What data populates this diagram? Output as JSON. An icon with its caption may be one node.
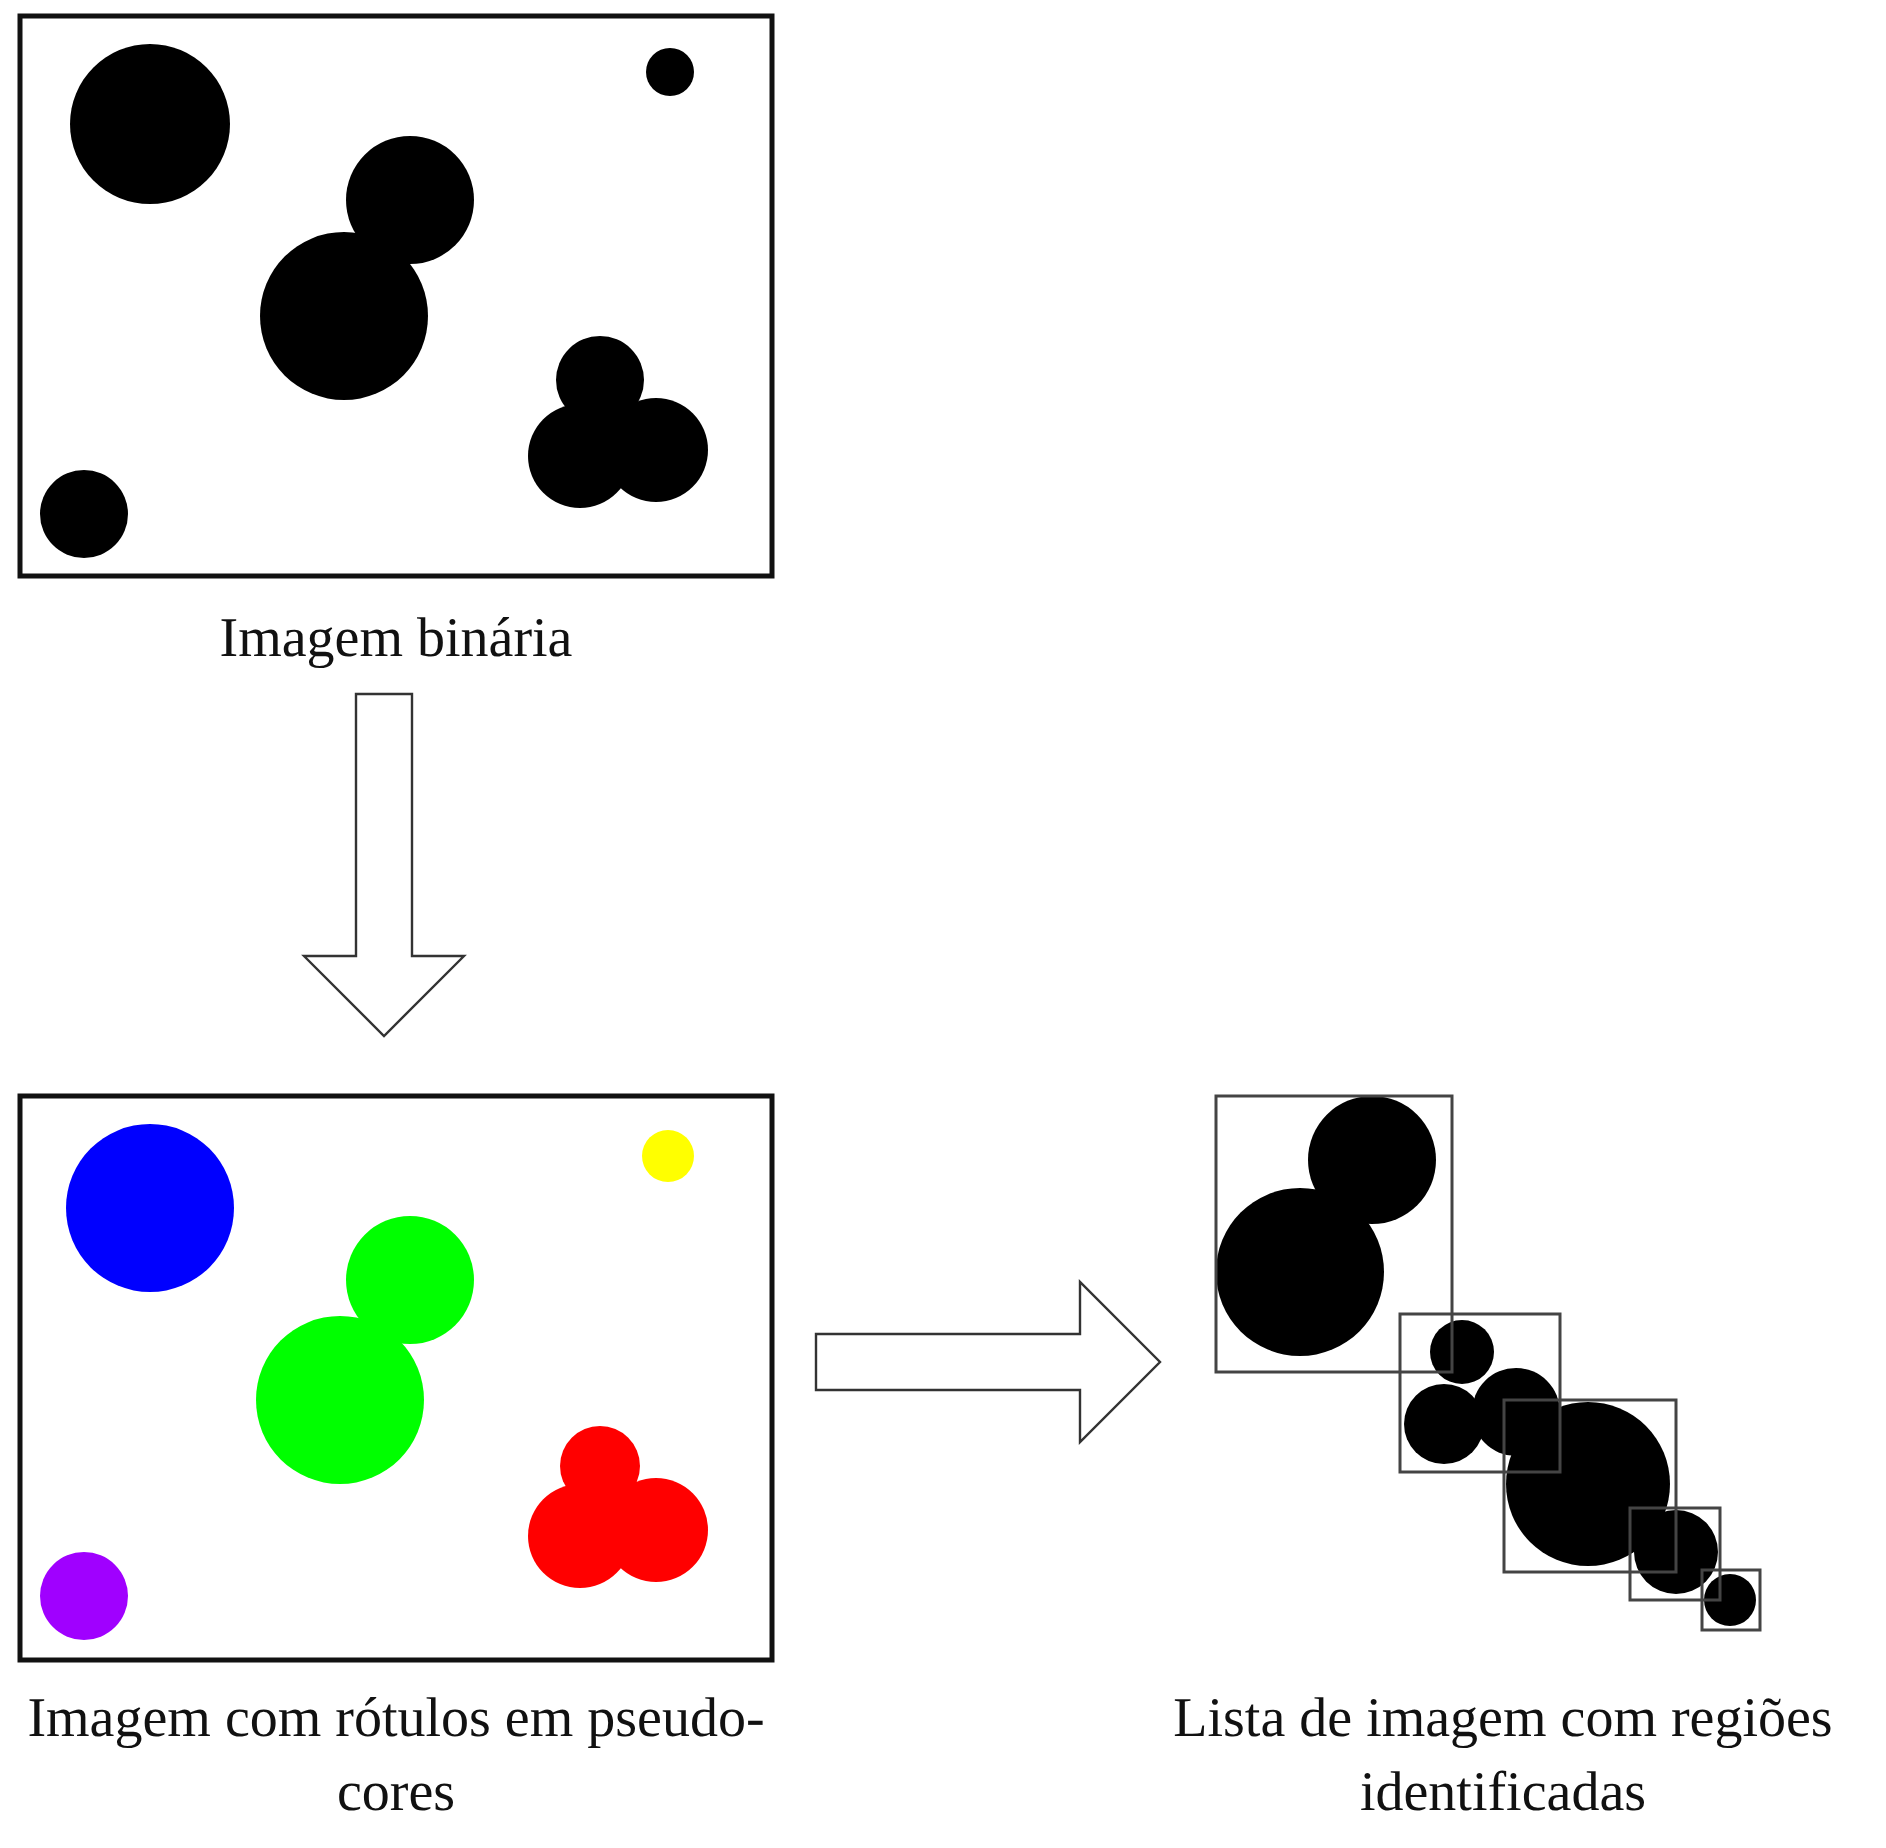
{
  "diagram": {
    "nodes": [
      {
        "text": [
          "Imagem binária"
        ]
      },
      {
        "text": [
          "Imagem com rótulos em pseudo-cores"
        ]
      },
      {
        "text": [
          "Lista de imagem com regiões identificadas"
        ]
      }
    ],
    "edges": [
      {
        "from": 0,
        "to": 1,
        "arrow": "to"
      },
      {
        "from": 1,
        "to": 2,
        "arrow": "to"
      }
    ]
  }
}
